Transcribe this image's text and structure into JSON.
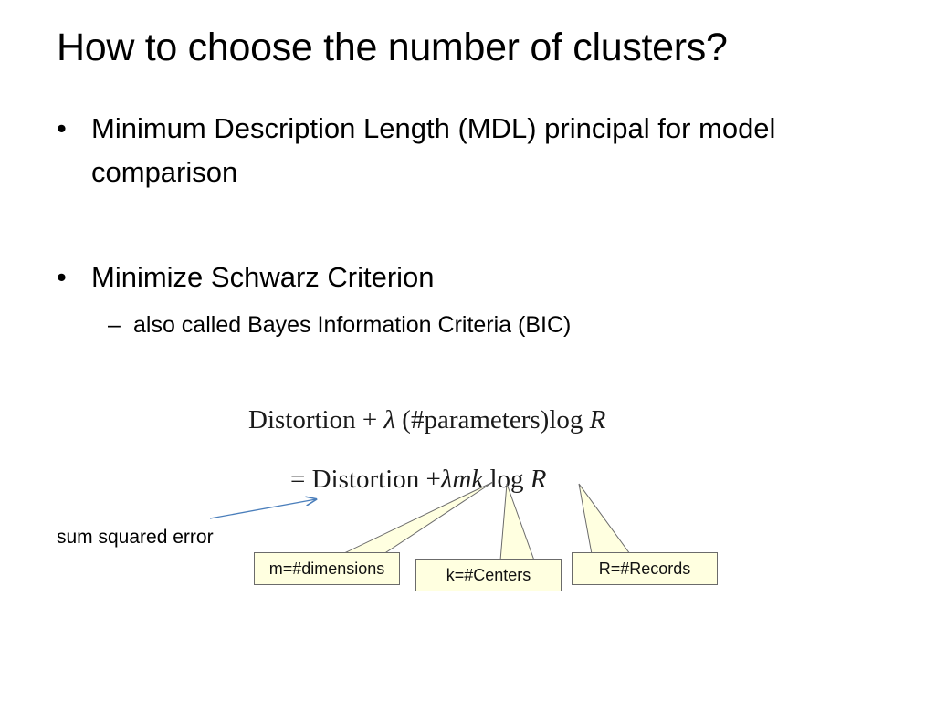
{
  "slide": {
    "title": "How to choose the number of clusters?",
    "bullets": [
      {
        "marker": "•",
        "text": "Minimum Description Length (MDL) principal for model comparison"
      },
      {
        "marker": "•",
        "text": "Minimize Schwarz Criterion",
        "sub": {
          "marker": "–",
          "text": "also called Bayes Information Criteria (BIC)"
        }
      }
    ],
    "formula": {
      "line1": {
        "term": "Distortion",
        "plus": "+",
        "lambda": "λ",
        "params": "(#parameters)",
        "log": "log",
        "R": "R"
      },
      "line2": {
        "equals": "=",
        "term": "Distortion",
        "plus": "+",
        "lambda_mk": "λmk",
        "log": "log",
        "R": "R"
      }
    },
    "annotation": "sum squared error",
    "callouts": {
      "m": "m=#dimensions",
      "k": "k=#Centers",
      "R": "R=#Records"
    },
    "colors": {
      "callout_fill": "#ffffe0",
      "callout_border": "#6b6b6b",
      "arrow": "#4a7ebb"
    }
  }
}
